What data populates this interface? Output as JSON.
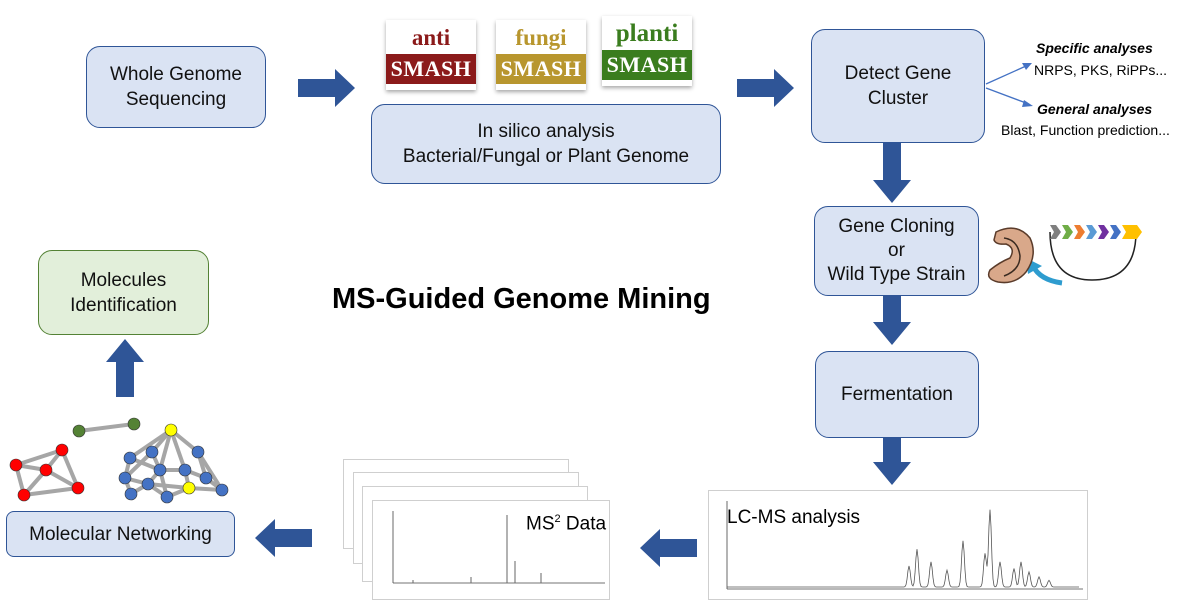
{
  "title": "MS-Guided Genome Mining",
  "boxes": {
    "wgs": [
      "Whole Genome",
      "Sequencing"
    ],
    "silico": [
      "In silico analysis",
      "Bacterial/Fungal or Plant Genome"
    ],
    "detect": [
      "Detect Gene",
      "Cluster"
    ],
    "cloning": [
      "Gene Cloning",
      "or",
      "Wild Type Strain"
    ],
    "fermentation": "Fermentation",
    "networking": "Molecular Networking",
    "identification": [
      "Molecules",
      "Identification"
    ]
  },
  "logos": [
    {
      "top": "anti",
      "bottom": "SMASH",
      "top_color": "#8b1a1a",
      "bottom_color": "#8b1a1a"
    },
    {
      "top": "fungi",
      "bottom": "SMASH",
      "top_color": "#b8962e",
      "bottom_color": "#b8962e"
    },
    {
      "top": "planti",
      "bottom": "SMASH",
      "top_color": "#3a7d1e",
      "bottom_color": "#3a7d1e"
    }
  ],
  "side_analyses": {
    "specific_title": "Specific analyses",
    "specific_items": "NRPS, PKS, RiPPs...",
    "general_title": "General analyses",
    "general_items": "Blast, Function prediction..."
  },
  "lcms_label": "LC-MS analysis",
  "ms2_label": "MS",
  "ms2_sup": "2",
  "ms2_suffix": " Data",
  "colors": {
    "arrow": "#2f5597",
    "box_fill": "#dae3f3",
    "box_border": "#2f5597",
    "green_fill": "#e2efda",
    "green_border": "#548235",
    "node_red": "#ff0000",
    "node_blue": "#4472c4",
    "node_yellow": "#ffff00",
    "node_green": "#548235",
    "edge": "#a6a6a6"
  },
  "gene_colors": [
    "#7f7f7f",
    "#70ad47",
    "#ed7d31",
    "#5b9bd5",
    "#7030a0",
    "#4472c4",
    "#ffc000"
  ],
  "icons": [
    "bacterium-icon",
    "plasmid-icon",
    "curved-arrow-icon"
  ]
}
